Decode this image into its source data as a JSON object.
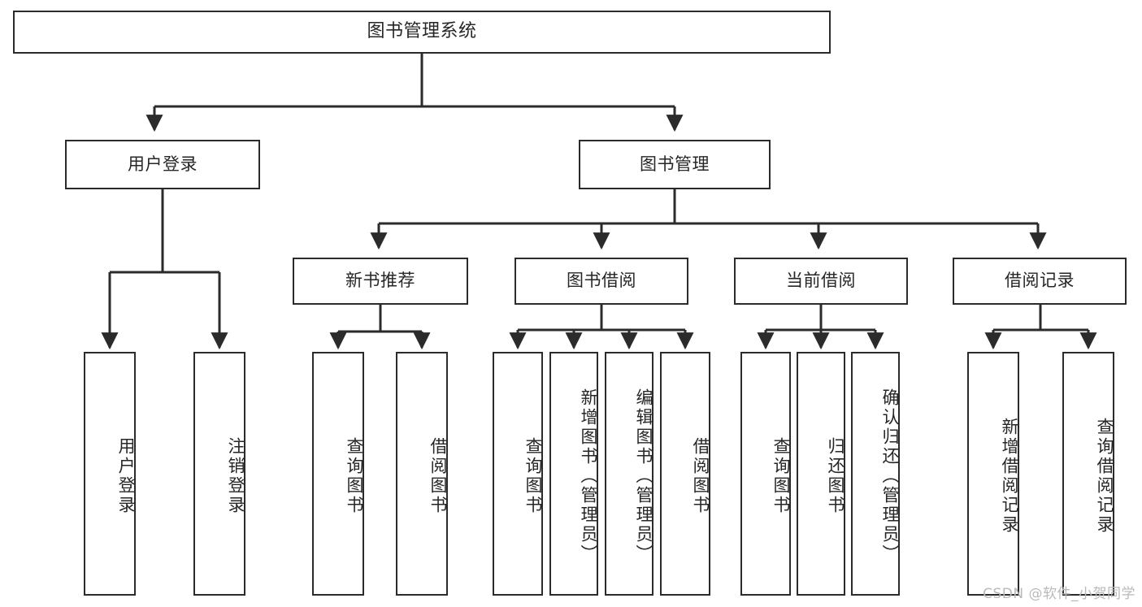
{
  "diagram": {
    "title": "图书管理系统",
    "type": "tree-hierarchy-diagram",
    "colors": {
      "box_border": "#2b2b2b",
      "box_fill": "#ffffff",
      "connector": "#2b2b2b",
      "text": "#262626",
      "watermark": "#b9b9b9",
      "background": "#ffffff"
    }
  },
  "nodes": {
    "root": {
      "label": "图书管理系统"
    },
    "level2": [
      {
        "label": "用户登录"
      },
      {
        "label": "图书管理"
      }
    ],
    "level3": [
      {
        "label": "新书推荐"
      },
      {
        "label": "图书借阅"
      },
      {
        "label": "当前借阅"
      },
      {
        "label": "借阅记录"
      }
    ],
    "leaves": {
      "user_login": [
        {
          "label": "用户登录"
        },
        {
          "label": "注销登录"
        }
      ],
      "new_book_recommend": [
        {
          "label": "查询图书"
        },
        {
          "label": "借阅图书"
        }
      ],
      "book_borrow": [
        {
          "label": "查询图书"
        },
        {
          "label": "新增图书（管理员）"
        },
        {
          "label": "编辑图书（管理员）"
        },
        {
          "label": "借阅图书"
        }
      ],
      "current_borrow": [
        {
          "label": "查询图书"
        },
        {
          "label": "归还图书"
        },
        {
          "label": "确认归还（管理员）"
        }
      ],
      "borrow_records": [
        {
          "label": "新增借阅记录"
        },
        {
          "label": "查询借阅记录"
        }
      ]
    }
  },
  "watermark": {
    "text": "CSDN @软件_小贺同学"
  }
}
